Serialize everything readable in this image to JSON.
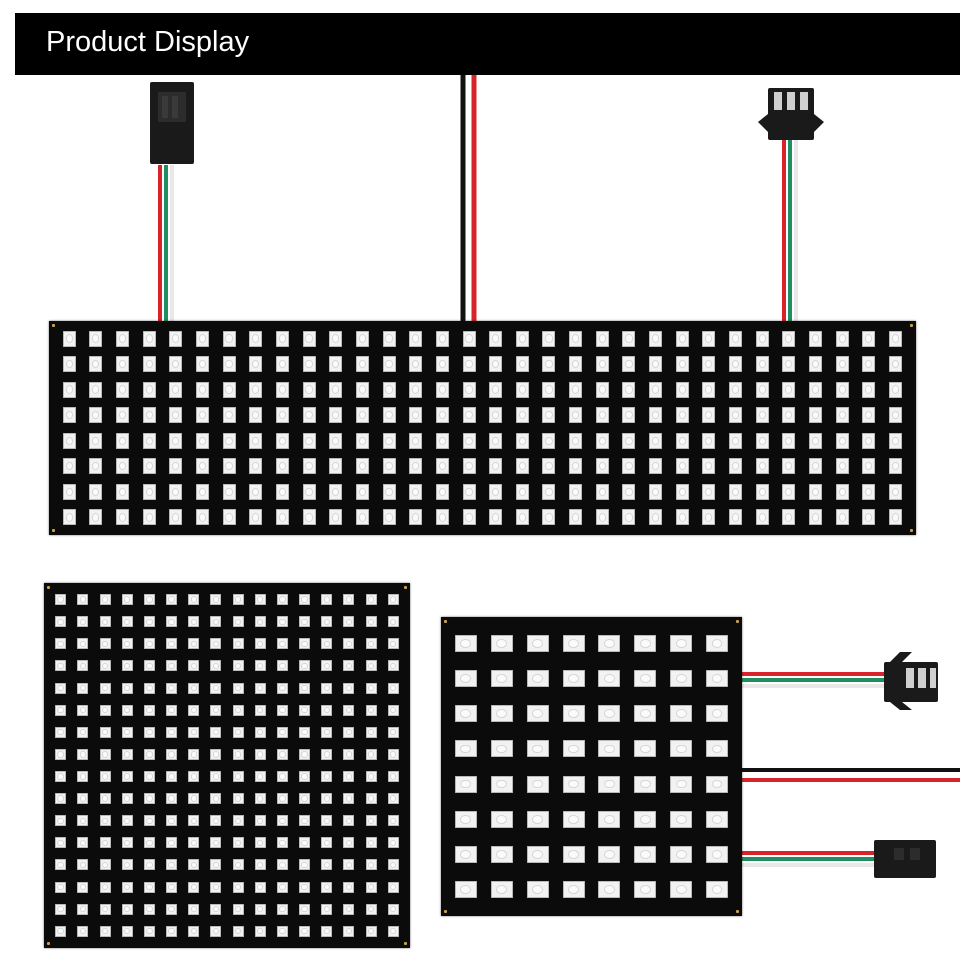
{
  "banner": {
    "title": "Product Display"
  },
  "panels": [
    {
      "name": "panel-8x32",
      "rows": 8,
      "cols": 32
    },
    {
      "name": "panel-16x16",
      "rows": 16,
      "cols": 16
    },
    {
      "name": "panel-8x8",
      "rows": 8,
      "cols": 8
    }
  ],
  "wire_colors": {
    "red": "#d9232a",
    "green": "#1f8f5f",
    "white": "#f4f4f4",
    "black": "#111111"
  },
  "panel_color": "#0b0b0b",
  "led_color": "#f2f2f2",
  "icons": [
    "jst-connector-icon",
    "power-wire-icon"
  ]
}
